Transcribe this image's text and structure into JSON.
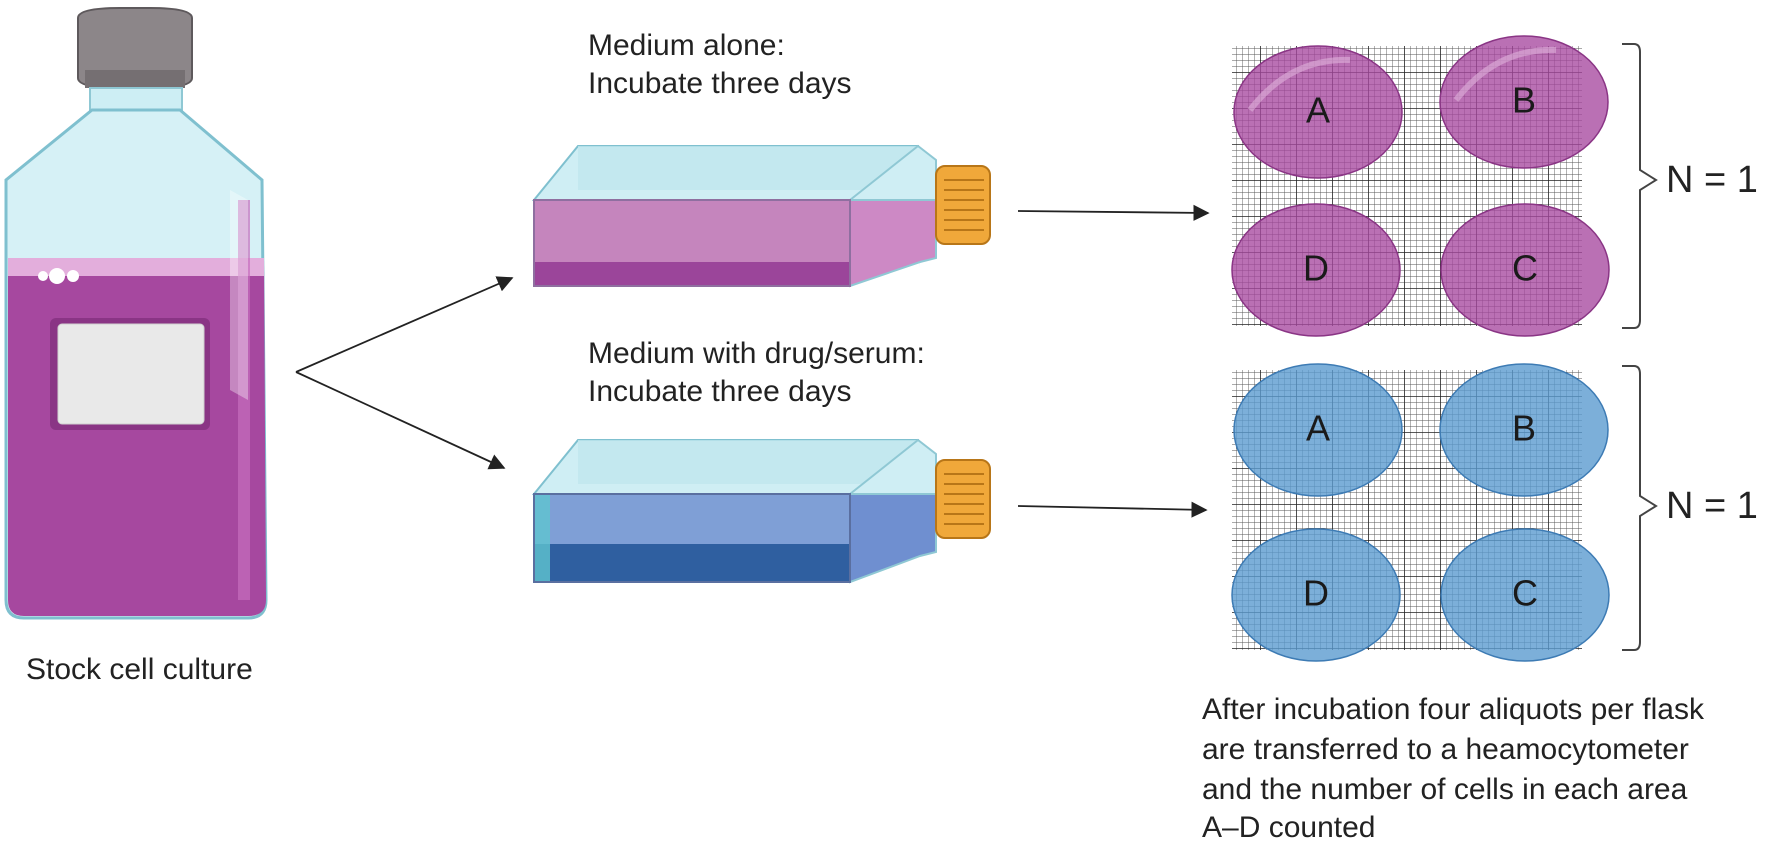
{
  "labels": {
    "stock": "Stock cell culture",
    "control_line1": "Medium alone:",
    "control_line2": "Incubate three days",
    "treated_line1": "Medium with drug/serum:",
    "treated_line2": "Incubate three days",
    "caption_line1": "After incubation four aliquots per flask",
    "caption_line2": "are transferred to a heamocytometer",
    "caption_line3": "and the number of cells in each area",
    "caption_line4": "A–D counted"
  },
  "grids": [
    {
      "areas": [
        "A",
        "B",
        "D",
        "C"
      ],
      "bracket_label": "N = 1",
      "color": "#a6489f"
    },
    {
      "areas": [
        "A",
        "B",
        "D",
        "C"
      ],
      "bracket_label": "N = 1",
      "color": "#5b9bd0"
    }
  ],
  "colors": {
    "purple_medium": "#a6489f",
    "blue_medium": "#2f5fa0",
    "cap": "#f0a83a",
    "glass": "#bfe6ee"
  }
}
